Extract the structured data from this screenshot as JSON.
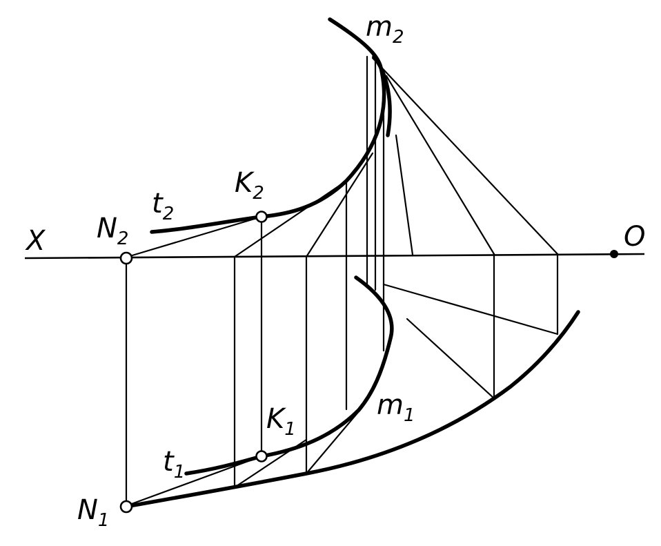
{
  "labels": {
    "axis_x": "X",
    "axis_o": "O",
    "m2": {
      "main": "m",
      "sub": "2"
    },
    "m1": {
      "main": "m",
      "sub": "1"
    },
    "k2": {
      "main": "K",
      "sub": "2"
    },
    "k1": {
      "main": "K",
      "sub": "1"
    },
    "n2": {
      "main": "N",
      "sub": "2"
    },
    "n1": {
      "main": "N",
      "sub": "1"
    },
    "t2": {
      "main": "t",
      "sub": "2"
    },
    "t1": {
      "main": "t",
      "sub": "1"
    }
  }
}
